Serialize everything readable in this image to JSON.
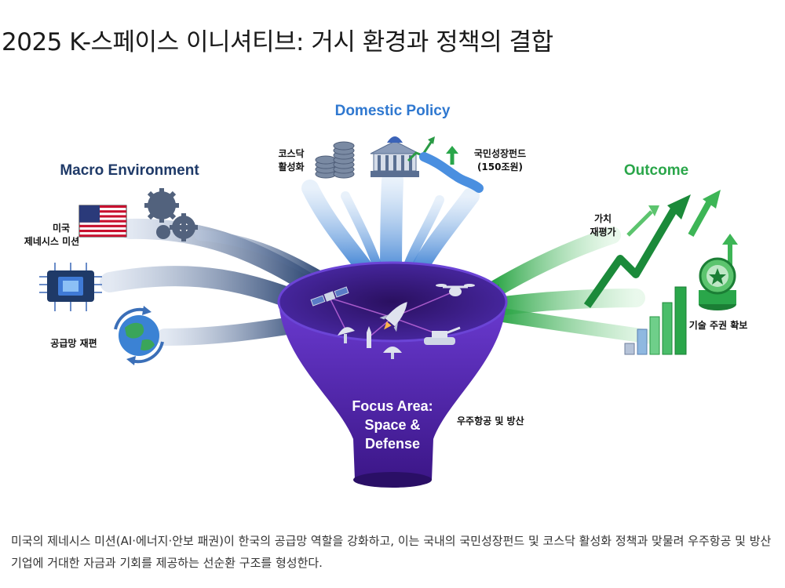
{
  "title": "2025 K-스페이스 이니셔티브: 거시 환경과 정책의 결합",
  "sections": {
    "macro": "Macro Environment",
    "domestic": "Domestic Policy",
    "outcome": "Outcome"
  },
  "labels": {
    "genesis_line1": "미국",
    "genesis_line2": "제네시스 미션",
    "supply_chain": "공급망 재편",
    "kosdaq_line1": "코스닥",
    "kosdaq_line2": "활성화",
    "fund_line1": "국민성장펀드",
    "fund_line2": "(150조원)",
    "revalue_line1": "가치",
    "revalue_line2": "재평가",
    "sovereignty": "기술 주권 확보",
    "aerospace": "우주항공 및 방산"
  },
  "funnel": {
    "line1": "Focus Area:",
    "line2": "Space &",
    "line3": "Defense"
  },
  "icons": [
    "us-flag-icon",
    "gears-icon",
    "chip-icon",
    "globe-icon",
    "coin-stack-icon",
    "government-building-icon",
    "river-icon",
    "growth-arrow-icon",
    "bar-chart-icon",
    "medal-icon",
    "satellite-icon",
    "rocket-icon",
    "drone-icon",
    "tank-icon"
  ],
  "colors": {
    "navy": "#1f3a68",
    "blue": "#2f78d0",
    "green": "#2aa64a",
    "purple": "#4a1f9c"
  },
  "caption": "미국의 제네시스 미션(AI·에너지·안보 패권)이 한국의 공급망 역할을 강화하고, 이는 국내의 국민성장펀드 및 코스닥 활성화 정책과 맞물려 우주항공 및 방산 기업에 거대한 자금과 기회를 제공하는 선순환 구조를 형성한다."
}
